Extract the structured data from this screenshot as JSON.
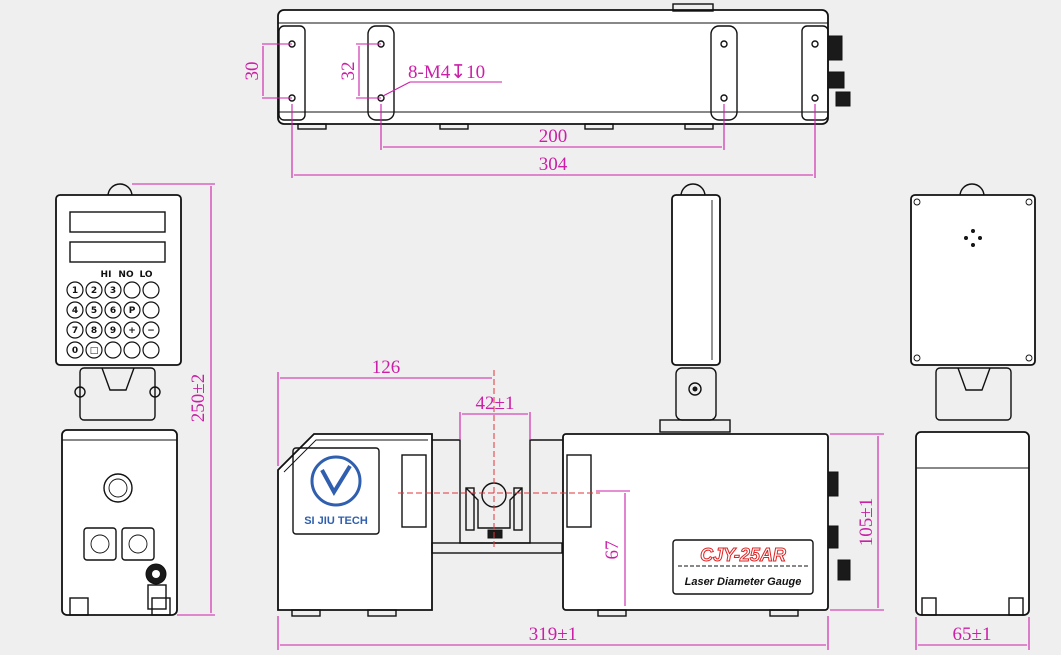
{
  "dimensions": {
    "top_height_30": "30",
    "top_slot_32": "32",
    "hole_spec": "8-M4↧10",
    "top_spacing_200": "200",
    "top_length_304": "304",
    "left_height": "250±2",
    "front_126": "126",
    "front_gap": "42±1",
    "front_67": "67",
    "front_length": "319±1",
    "front_height": "105±1",
    "right_width": "65±1"
  },
  "labels": {
    "brand": "SI JIU TECH",
    "model": "CJY-25AR",
    "product": "Laser Diameter Gauge"
  },
  "keypad": {
    "indicators": [
      "HI",
      "NO",
      "LO"
    ],
    "keys": [
      "1",
      "2",
      "3",
      "",
      "",
      "4",
      "5",
      "6",
      "P",
      "",
      "7",
      "8",
      "9",
      "+",
      "−",
      "0",
      "□",
      "",
      "",
      ""
    ]
  },
  "colors": {
    "dimension": "#cc1fa8",
    "centerline": "#e0343c",
    "logo": "#2f5fae"
  }
}
